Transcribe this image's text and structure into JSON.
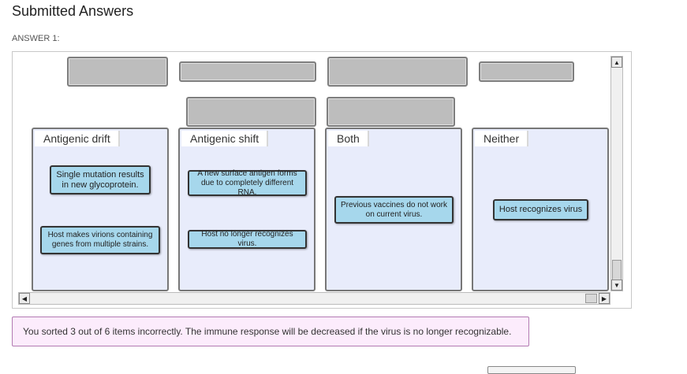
{
  "header": {
    "title": "Submitted Answers",
    "answer_label": "ANSWER 1:"
  },
  "bins": [
    {
      "label": "Antigenic drift",
      "cards": [
        {
          "text": "Single mutation results in new glycoprotein."
        },
        {
          "text": "Host makes virions containing genes from multiple strains."
        }
      ]
    },
    {
      "label": "Antigenic shift",
      "cards": [
        {
          "text": "A new surface antigen forms due to completely different RNA."
        },
        {
          "text": "Host no longer recognizes virus."
        }
      ]
    },
    {
      "label": "Both",
      "cards": [
        {
          "text": "Previous vaccines do not work on current virus."
        }
      ]
    },
    {
      "label": "Neither",
      "cards": [
        {
          "text": "Host recognizes virus"
        }
      ]
    }
  ],
  "feedback": {
    "message": "You sorted 3 out of 6 items incorrectly. The immune response will be decreased if the virus is no longer recognizable."
  },
  "scrollbars": {
    "up_arrow": "▲",
    "down_arrow": "▼",
    "left_arrow": "◀",
    "right_arrow": "▶"
  },
  "colors": {
    "card_fill": "#a6d7ec",
    "bin_fill": "#e8ecfb",
    "slot_fill": "#bdbdbd",
    "feedback_fill": "#fcecfc",
    "feedback_border": "#b27ab2"
  }
}
